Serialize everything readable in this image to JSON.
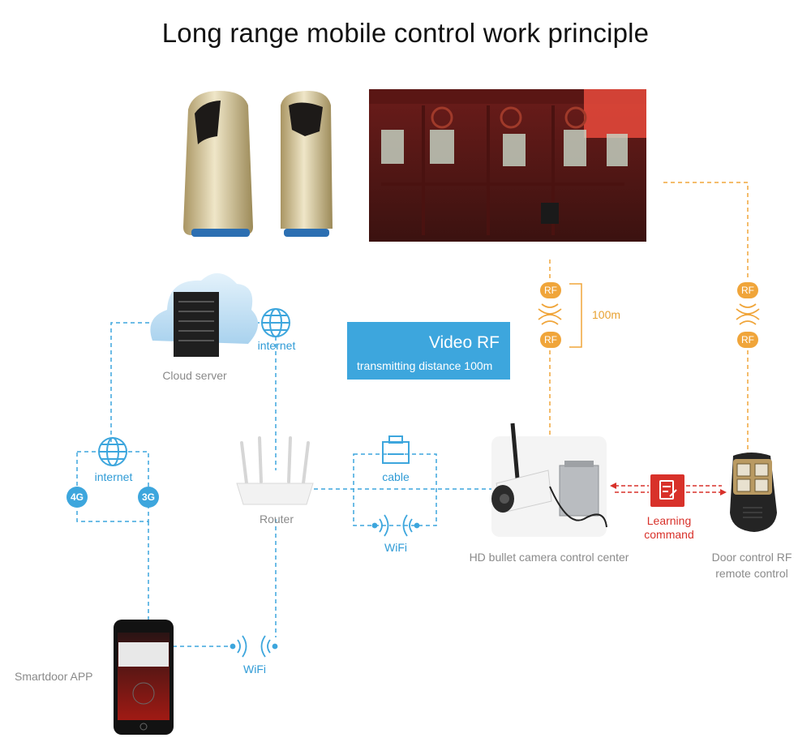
{
  "title": "Long range mobile control work principle",
  "callout": {
    "title": "Video RF",
    "subtitle": "transmitting distance 100m"
  },
  "labels": {
    "cloud_server": "Cloud server",
    "internet_top": "internet",
    "internet_left": "internet",
    "g4": "4G",
    "g3": "3G",
    "router": "Router",
    "cable": "cable",
    "wifi_mid": "WiFi",
    "wifi_bottom": "WiFi",
    "app": "Smartdoor APP",
    "camera_center": "HD bullet camera control center",
    "remote_line1": "Door control RF",
    "remote_line2": "remote control",
    "learning_line1": "Learning",
    "learning_line2": "command",
    "distance": "100m",
    "rf": "RF"
  },
  "colors": {
    "blue": "#3da6dd",
    "orange": "#f0a53a",
    "red": "#d8312a",
    "grey_text": "#8a8a8a"
  }
}
